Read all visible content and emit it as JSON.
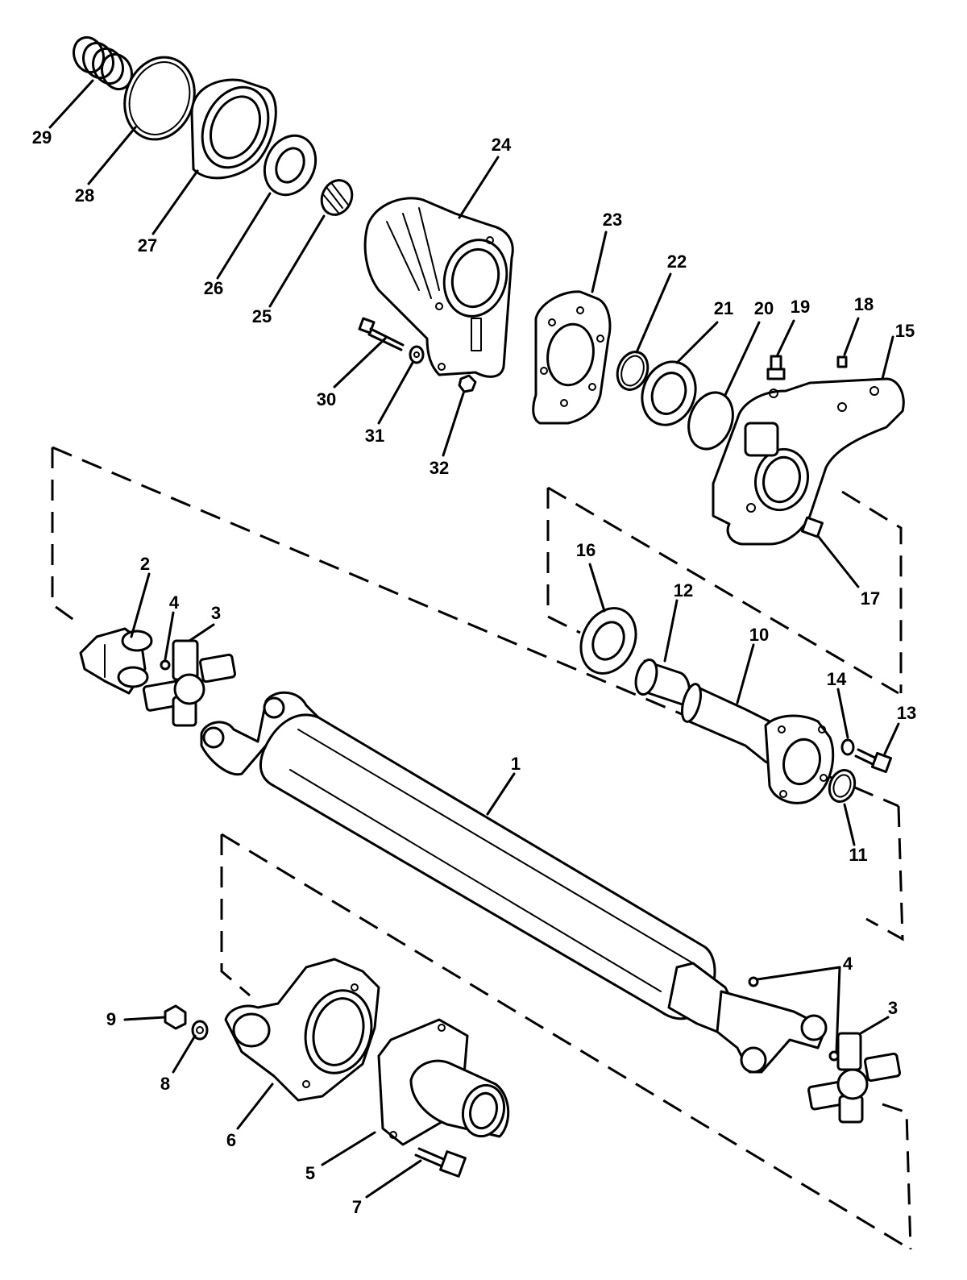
{
  "callouts": [
    {
      "label": "1"
    },
    {
      "label": "2"
    },
    {
      "label": "3"
    },
    {
      "label": "3"
    },
    {
      "label": "4"
    },
    {
      "label": "4"
    },
    {
      "label": "5"
    },
    {
      "label": "6"
    },
    {
      "label": "7"
    },
    {
      "label": "8"
    },
    {
      "label": "9"
    },
    {
      "label": "10"
    },
    {
      "label": "11"
    },
    {
      "label": "12"
    },
    {
      "label": "13"
    },
    {
      "label": "14"
    },
    {
      "label": "15"
    },
    {
      "label": "16"
    },
    {
      "label": "17"
    },
    {
      "label": "18"
    },
    {
      "label": "19"
    },
    {
      "label": "20"
    },
    {
      "label": "21"
    },
    {
      "label": "22"
    },
    {
      "label": "23"
    },
    {
      "label": "24"
    },
    {
      "label": "25"
    },
    {
      "label": "26"
    },
    {
      "label": "27"
    },
    {
      "label": "28"
    },
    {
      "label": "29"
    },
    {
      "label": "30"
    },
    {
      "label": "31"
    },
    {
      "label": "32"
    }
  ]
}
